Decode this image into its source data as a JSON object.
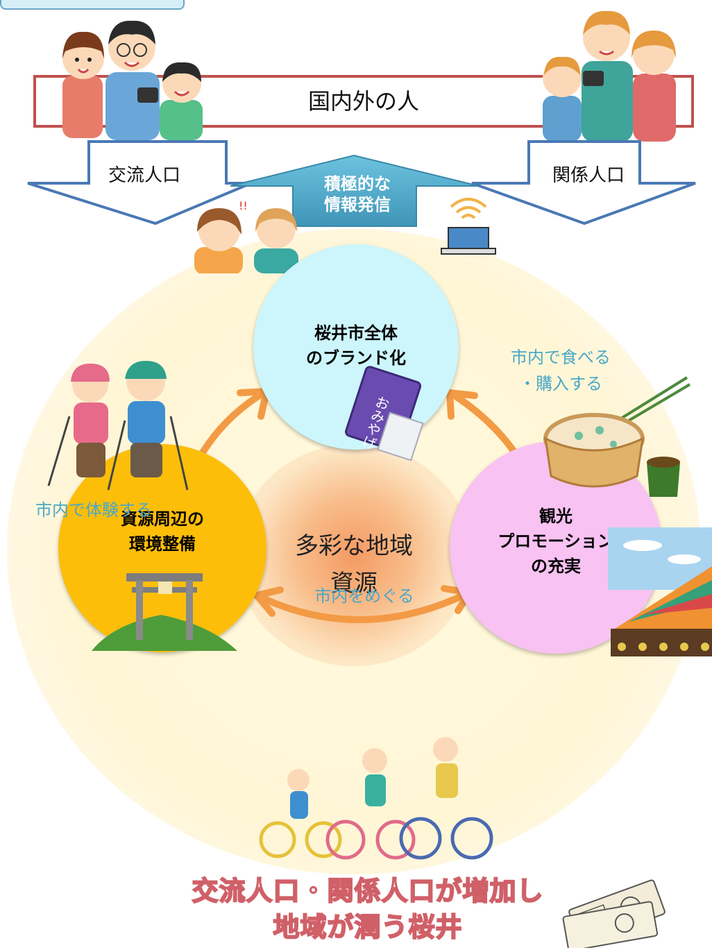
{
  "top_banner": {
    "label": "国内外の人"
  },
  "arrows": {
    "left": {
      "label": "交流人口"
    },
    "right": {
      "label": "関係人口"
    },
    "center": {
      "label_line1": "積極的な",
      "label_line2": "情報発信"
    }
  },
  "center": {
    "line1": "多彩な地域",
    "line2": "資源"
  },
  "circles": {
    "top": {
      "line1": "桜井市全体",
      "line2": "のブランド化"
    },
    "left": {
      "line1": "資源周辺の",
      "line2": "環境整備"
    },
    "right": {
      "line1": "観光",
      "line2": "プロモーション",
      "line3": "の充実"
    }
  },
  "side_labels": {
    "eat": {
      "line1": "市内で食べる",
      "line2": "・購入する"
    },
    "experience": "市内で体験する",
    "tour": "市内をめぐる"
  },
  "illustration_text": {
    "omiyage": "おみやげ"
  },
  "bottom_message": {
    "line1": "交流人口・関係人口が増加し",
    "line2": "地域が潤う桜井"
  },
  "colors": {
    "banner_border": "#c0504d",
    "down_arrow_border": "#4a78b5",
    "up_arrow_fill": "#4fa8c6",
    "circle_top": "#ccf6fb",
    "circle_left": "#fdbe0a",
    "circle_right": "#f8c2f2",
    "cycle_arrow": "#f39a45",
    "side_label": "#4aa7c8",
    "bottom_text_outline": "#d06068"
  }
}
